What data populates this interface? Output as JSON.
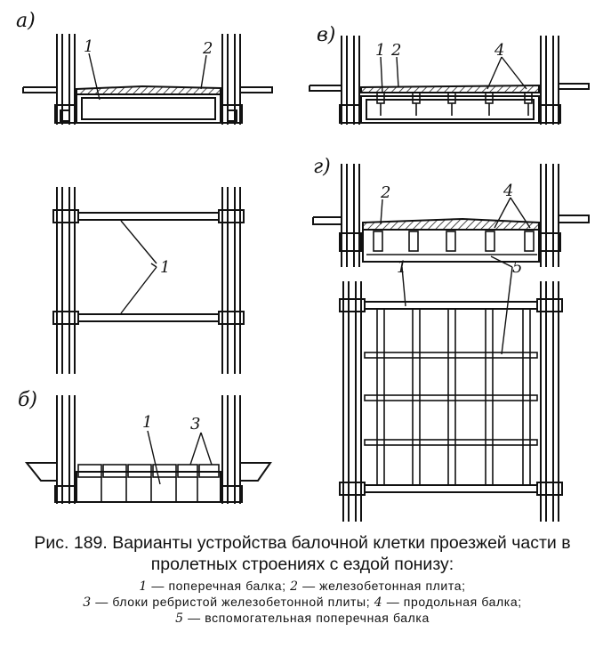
{
  "panels": {
    "a": {
      "label": "а)",
      "callouts": [
        "1",
        "2"
      ]
    },
    "v": {
      "label": "в)",
      "callouts": [
        "1",
        "2",
        "4"
      ]
    },
    "plan_a": {
      "callouts": [
        "1"
      ]
    },
    "b": {
      "label": "б)",
      "callouts": [
        "1",
        "3"
      ]
    },
    "g": {
      "label": "г)",
      "callouts": [
        "2",
        "4",
        "1",
        "5"
      ]
    }
  },
  "caption": {
    "title": "Рис. 189. Варианты устройства балочной клетки проезжей части в пролетных строениях с ездой понизу:",
    "legend": [
      {
        "num": "1",
        "text": " — поперечная балка; "
      },
      {
        "num": "2",
        "text": " — железобетонная плита; "
      },
      {
        "num": "3",
        "text": " — блоки ребристой железобетонной плиты; "
      },
      {
        "num": "4",
        "text": " — продольная балка; "
      },
      {
        "num": "5",
        "text": " — вспомогательная поперечная балка"
      }
    ]
  }
}
